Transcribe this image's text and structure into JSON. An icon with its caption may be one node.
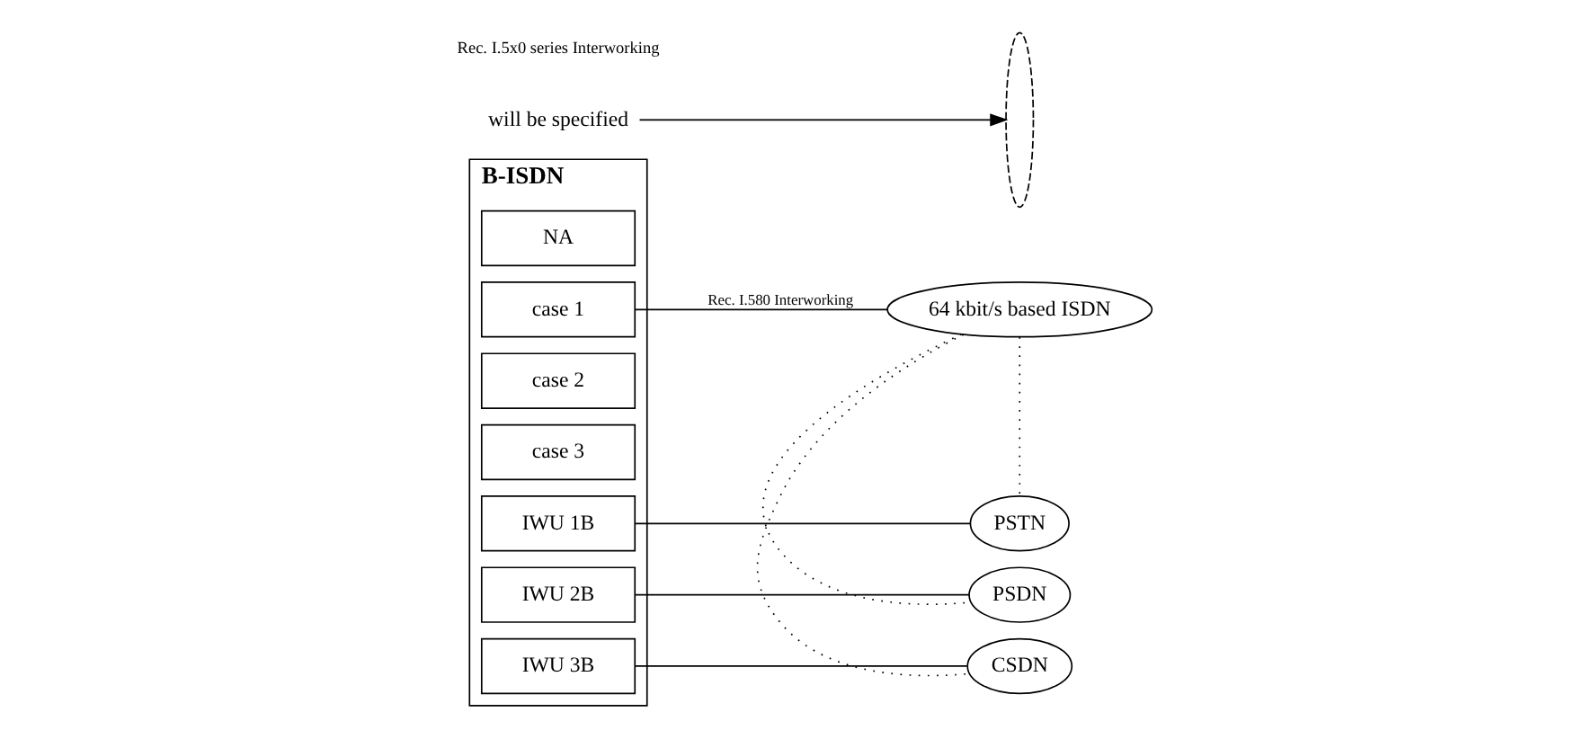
{
  "diagram": {
    "nodes": [
      {
        "text": [
          "B-ISDN"
        ]
      },
      {
        "text": [
          "NA"
        ],
        "in": 0
      },
      {
        "text": [
          "case 1"
        ],
        "in": 0
      },
      {
        "text": [
          "case 2"
        ],
        "in": 0
      },
      {
        "text": [
          "case 3"
        ],
        "in": 0
      },
      {
        "text": [
          "IWU 1B"
        ],
        "in": 0
      },
      {
        "text": [
          "IWU 2B"
        ],
        "in": 0
      },
      {
        "text": [
          "IWU 3B"
        ],
        "in": 0
      },
      {
        "text": [
          "64 kbit/s based ISDN"
        ]
      },
      {
        "text": [
          "PSTN"
        ]
      },
      {
        "text": [
          "PSDN"
        ]
      },
      {
        "text": [
          "CSDN"
        ]
      },
      {
        "text": [],
        "shape": "ellipse"
      },
      {
        "text": [
          "will be specified"
        ]
      }
    ],
    "edges": [
      {
        "from": 2,
        "to": 8,
        "arrow": "none",
        "label": "Rec. I.580 Interworking"
      },
      {
        "from": 5,
        "to": 9,
        "arrow": "none"
      },
      {
        "from": 6,
        "to": 10,
        "arrow": "none"
      },
      {
        "from": 7,
        "to": 11,
        "arrow": "none"
      },
      {
        "from": 8,
        "to": 9,
        "arrow": "none",
        "style": "dashed"
      },
      {
        "from": 8,
        "to": 10,
        "arrow": "none",
        "style": "dashed"
      },
      {
        "from": 8,
        "to": 11,
        "arrow": "none",
        "style": "dashed"
      },
      {
        "from": 13,
        "to": 12,
        "arrow": "to"
      }
    ],
    "labels": [
      "Rec. I.5x0 series Interworking"
    ]
  }
}
